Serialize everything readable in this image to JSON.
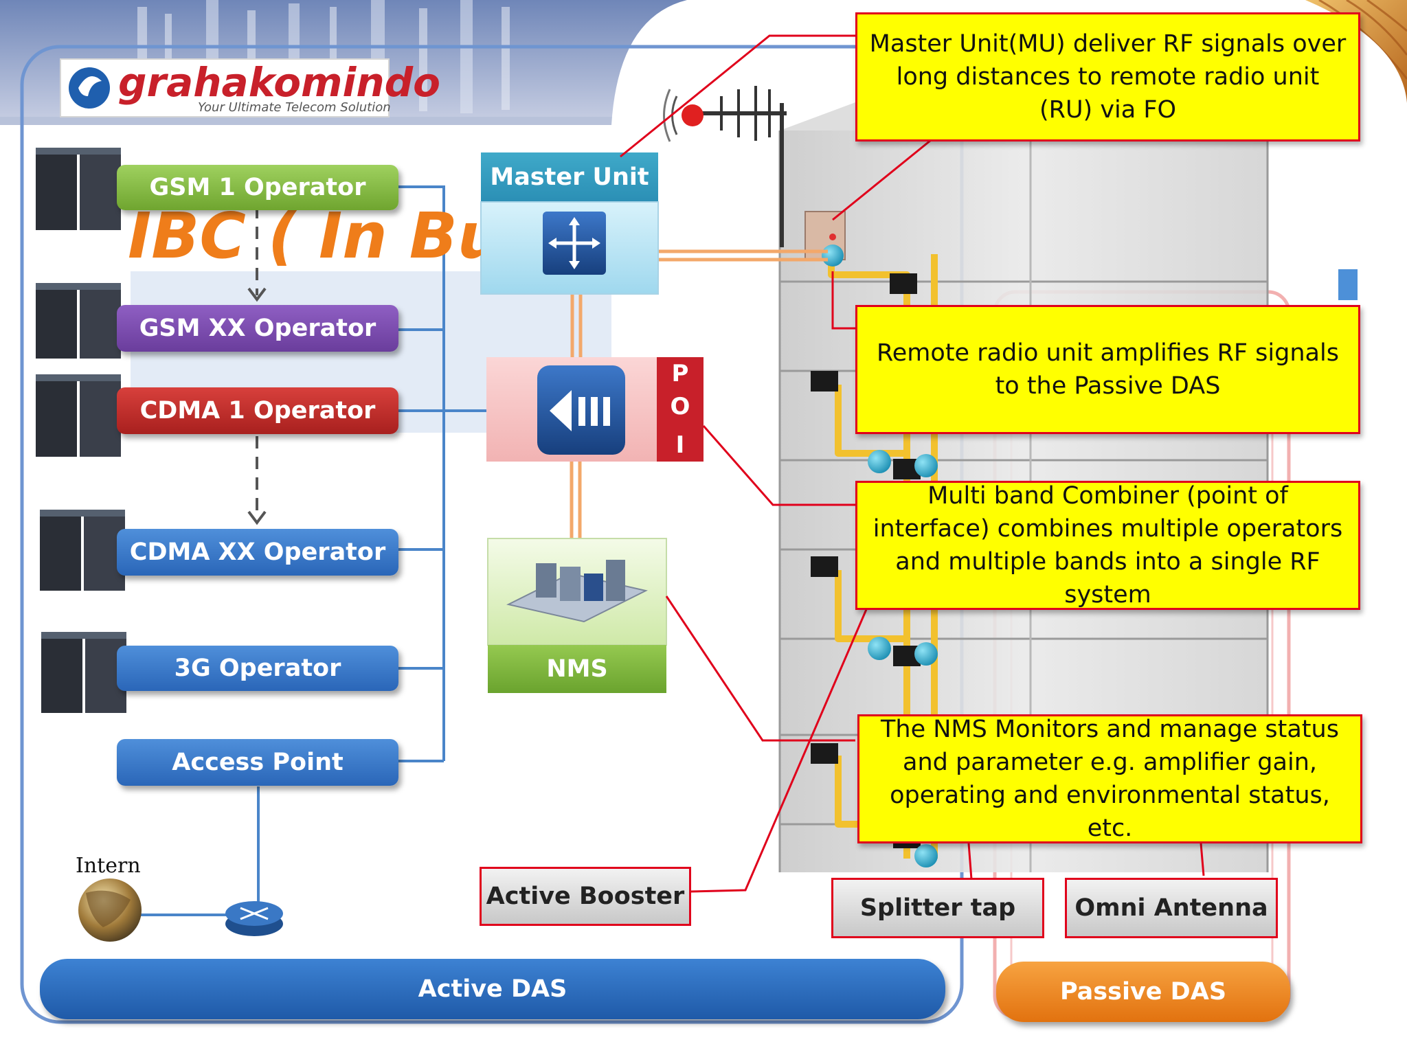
{
  "logo": {
    "brand": "grahakomindo",
    "tagline": "Your Ultimate Telecom Solution"
  },
  "title": {
    "text": "IBC ( In Build"
  },
  "operators": [
    {
      "label": "GSM 1 Operator"
    },
    {
      "label": "GSM XX Operator"
    },
    {
      "label": "CDMA 1 Operator"
    },
    {
      "label": "CDMA XX Operator"
    },
    {
      "label": "3G Operator"
    },
    {
      "label": "Access Point"
    }
  ],
  "master_unit": {
    "label": "Master Unit"
  },
  "poi": {
    "letters": [
      "P",
      "O",
      "I"
    ]
  },
  "nms": {
    "label": "NMS"
  },
  "internet": {
    "label": "Intern"
  },
  "callouts": {
    "master": "Master Unit(MU) deliver RF signals over long distances to remote radio unit (RU) via FO",
    "remote": "Remote radio unit amplifies RF signals to the Passive DAS",
    "combiner": "Multi band Combiner (point of interface) combines multiple operators and multiple bands into a single RF system",
    "nms": "The NMS Monitors and manage status and parameter e.g. amplifier gain, operating and environmental status, etc."
  },
  "labels": {
    "active_booster": "Active Booster",
    "splitter_tap": "Splitter tap",
    "omni_antenna": "Omni Antenna"
  },
  "bars": {
    "active_das": "Active  DAS",
    "passive_das": "Passive  DAS"
  },
  "colors": {
    "callout_fill": "#ffff00",
    "callout_border": "#e0001b",
    "active_das": "#2f6fbf",
    "passive_das": "#f08a1e",
    "cable_orange": "#f3a86a",
    "yellow_cable": "#f2c12e",
    "title_orange": "#ef7d1a"
  }
}
